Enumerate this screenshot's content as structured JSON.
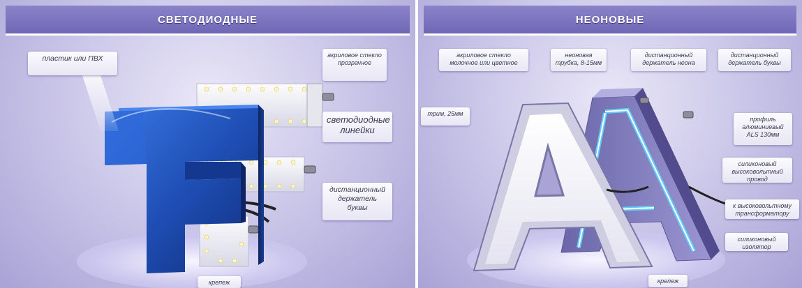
{
  "panels": {
    "left": {
      "title": "СВЕТОДИОДНЫЕ",
      "labels": {
        "plastic": "пластик или ПВХ",
        "acrylic": "акриловое стекло прозрачное",
        "led_lines": "светодиодные линейки",
        "holder": "дистанционный держатель буквы",
        "mount": "крепеж"
      }
    },
    "right": {
      "title": "НЕОНОВЫЕ",
      "labels": {
        "acrylic": "акриловое стекло молочное или цветное",
        "neon_tube": "неоновая трубка, 8-15мм",
        "neon_holder": "дистанционный держатель неона",
        "letter_holder": "дистанционный держатель буквы",
        "trim": "трим, 25мм",
        "profile": "профиль алюминиевый ALS 130мм",
        "wire": "силиконовый высоковольтный провод",
        "transformer": "к высоковольтному трансформатору",
        "insulator": "силиконовый изолятор",
        "mount": "крепеж"
      }
    }
  },
  "colors": {
    "banner": "#7a72bf",
    "background": "#cdc9ea",
    "letter_f": "#1f4fb5",
    "neon": "#5fd4ff"
  },
  "icons": [
    "letter-f-illustration",
    "letter-a-illustration",
    "led-strip-illustration"
  ]
}
